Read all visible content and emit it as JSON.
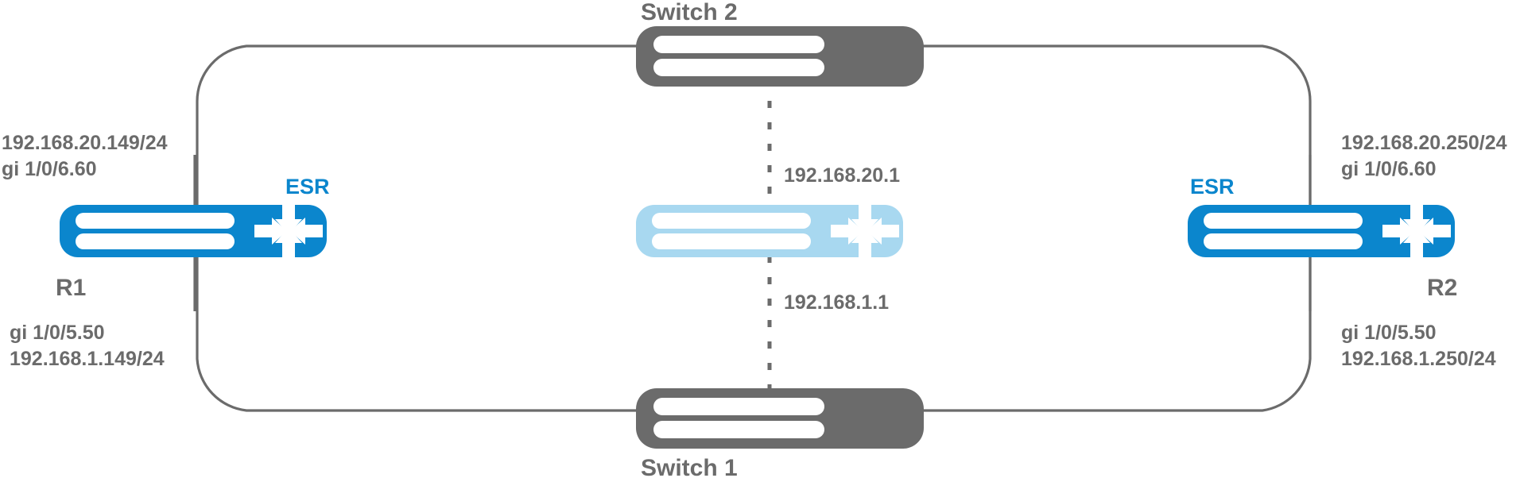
{
  "diagram": {
    "title": "Network topology with two ESR routers and two switches",
    "colors": {
      "router_primary": "#0b86cd",
      "router_secondary": "#a8d8f0",
      "switch": "#6b6b6b",
      "line": "#6b6b6b",
      "text": "#6b6b6b",
      "esr_text": "#0b86cd",
      "background": "#ffffff"
    },
    "nodes": [
      {
        "id": "r1",
        "type": "router",
        "name": "R1",
        "vendor_label": "ESR",
        "color": "#0b86cd",
        "icon": "router-icon"
      },
      {
        "id": "r_center",
        "type": "router",
        "name": "",
        "vendor_label": "",
        "color": "#a8d8f0",
        "icon": "router-icon"
      },
      {
        "id": "r2",
        "type": "router",
        "name": "R2",
        "vendor_label": "ESR",
        "color": "#0b86cd",
        "icon": "router-icon"
      },
      {
        "id": "sw1",
        "type": "switch",
        "name": "Switch 1",
        "color": "#6b6b6b",
        "icon": "switch-icon"
      },
      {
        "id": "sw2",
        "type": "switch",
        "name": "Switch 2",
        "color": "#6b6b6b",
        "icon": "switch-icon"
      }
    ],
    "labels": {
      "switch2": "Switch 2",
      "switch1": "Switch 1",
      "r1_name": "R1",
      "r2_name": "R2",
      "esr_left": "ESR",
      "esr_right": "ESR",
      "left_top_line1": "192.168.20.149/24",
      "left_top_line2": "gi 1/0/6.60",
      "left_bottom_line1": "gi 1/0/5.50",
      "left_bottom_line2": "192.168.1.149/24",
      "right_top_line1": "192.168.20.250/24",
      "right_top_line2": "gi 1/0/6.60",
      "right_bottom_line1": "gi 1/0/5.50",
      "right_bottom_line2": "192.168.1.250/24",
      "center_top_ip": "192.168.20.1",
      "center_bottom_ip": "192.168.1.1"
    },
    "links": [
      {
        "from": "r1",
        "to": "sw2",
        "style": "solid"
      },
      {
        "from": "r1",
        "to": "sw1",
        "style": "solid"
      },
      {
        "from": "r2",
        "to": "sw2",
        "style": "solid"
      },
      {
        "from": "r2",
        "to": "sw1",
        "style": "solid"
      },
      {
        "from": "r_center",
        "to": "sw2",
        "style": "dashed"
      },
      {
        "from": "r_center",
        "to": "sw1",
        "style": "dashed"
      }
    ]
  }
}
